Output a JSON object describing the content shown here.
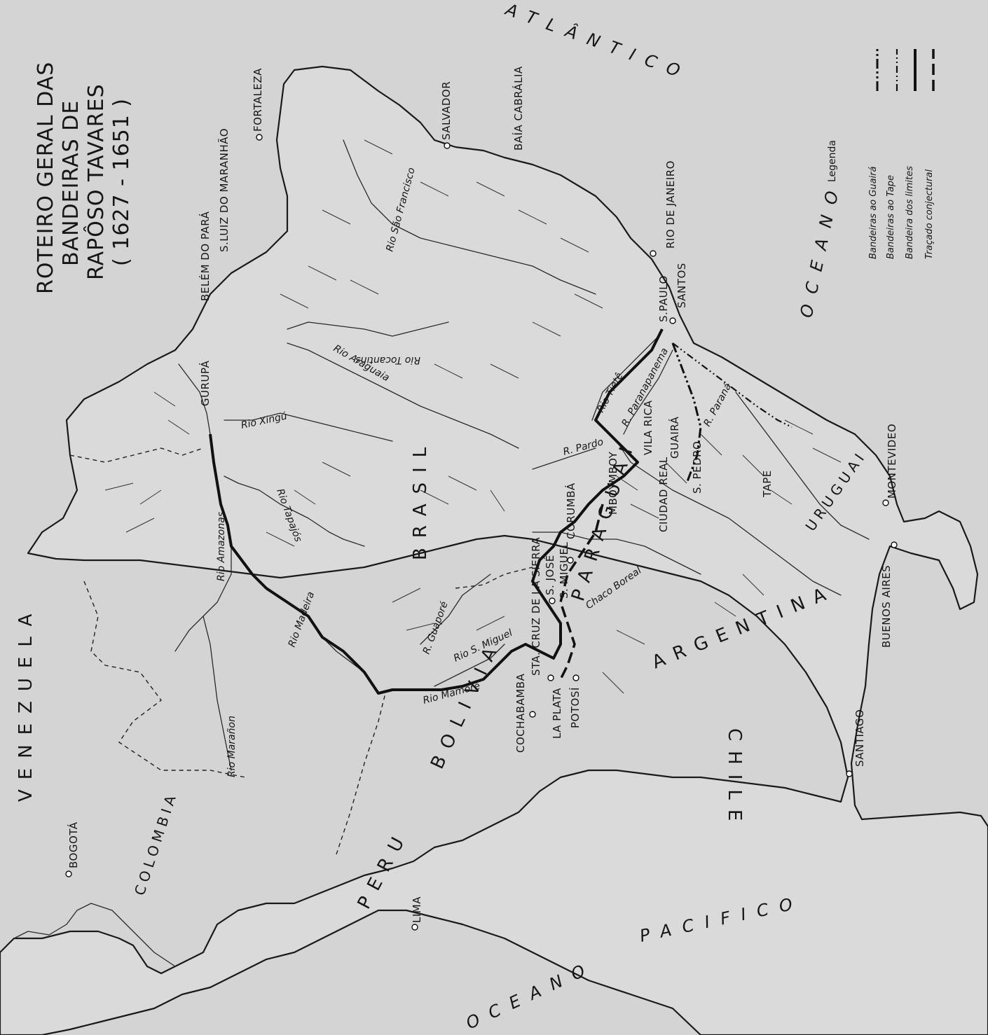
{
  "map": {
    "title_lines": [
      "ROTEIRO GERAL DAS",
      "BANDEIRAS DE",
      "RAPÔSO TAVARES",
      "( 1627 - 1651 )"
    ],
    "countries": {
      "venezuela": "VENEZUELA",
      "colombia": "COLOMBIA",
      "peru": "PERU",
      "bolivia": "BOLIVIA",
      "brasil": "BRASIL",
      "paraguai": "PARAGUAI",
      "argentina": "ARGENTINA",
      "uruguai": "URUGUAI",
      "chile": "CHILE"
    },
    "oceans": {
      "atlantico_1": "OCEANO",
      "atlantico_2": "ATLÂNTICO",
      "pacifico_1": "OCEANO",
      "pacifico_2": "PACIFICO"
    },
    "cities": {
      "bogota": "BOGOTÁ",
      "lima": "LIMA",
      "santiago": "SANTIAGO",
      "buenos_aires": "BUENOS AIRES",
      "montevideo": "MONTEVIDEO",
      "fortaleza": "FORTALEZA",
      "salvador": "SALVADOR",
      "baia_cabralia": "BAÍA CABRÁLIA",
      "rio_de_janeiro": "RIO DE JANEIRO",
      "santos": "SANTOS",
      "sao_paulo": "S.PAULO",
      "sao_luiz": "S.LUIZ DO MARANHÃO",
      "belem": "BELÉM DO PARÁ",
      "gurupa": "GURUPÁ",
      "cochabamba": "COCHABAMBA",
      "la_plata": "LA PLATA",
      "potosi": "POTOSÍ",
      "santa_cruz": "STA. CRUZ DE LA SIERRA",
      "san_jose": "S. JOSÉ",
      "san_miguel": "S. MIGUEL",
      "corumba": "CORUMBÁ",
      "mboymboy": "MBOYMBOY",
      "vila_rica": "VILA RICA",
      "ciudad_real": "CIUDAD REAL",
      "guaira": "GUAIRÁ",
      "sao_pedro": "S. PEDRO",
      "tape": "TAPE"
    },
    "rivers": {
      "amazonas": "Rio Amazonas",
      "maranon": "Rio Marañon",
      "madeira": "Rio Madeira",
      "tapajos": "Rio Tapajós",
      "xingu": "Rio Xingú",
      "araguaia": "Rio Araguaia",
      "tocantins": "Rio Tocantins",
      "sao_francisco": "Rio São Francisco",
      "tiete": "Rio Tietê",
      "paranapanema": "R. Paranapanema",
      "parana": "R. Paraná",
      "pardo": "R. Pardo",
      "guapore": "R. Guaporé",
      "mamore": "Rio Mamoré",
      "sao_miguel": "Rio S. Miguel",
      "chaco": "Chaco Boreal"
    },
    "legend": {
      "heading": "Legenda",
      "items": [
        {
          "label": "Bandeiras ao Guairá",
          "style": "route-guaira"
        },
        {
          "label": "Bandeiras ao Tape",
          "style": "route-tape"
        },
        {
          "label": "Bandeira dos limites",
          "style": "route-limites"
        },
        {
          "label": "Traçado conjectural",
          "style": "route-conj"
        }
      ]
    },
    "colors": {
      "background": "#d4d4d4",
      "land": "#dadada",
      "ink": "#161616"
    }
  }
}
